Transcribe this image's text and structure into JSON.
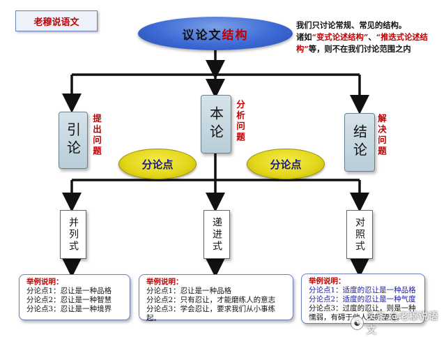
{
  "tag": "老穆说语文",
  "title": {
    "black": "议论文",
    "red": "结构"
  },
  "note": {
    "line1": "我们只讨论常规、常见的结构。",
    "pre": "诸如",
    "q1": "“变式论述结构”",
    "sep": "、",
    "q2": "“推迭式论述结构”",
    "post": "等，则不在我们讨论范围之内"
  },
  "sections": [
    {
      "label": "引论",
      "side": "提出问题"
    },
    {
      "label": "本论",
      "side": "分析问题"
    },
    {
      "label": "结论",
      "side": "解决问题"
    }
  ],
  "points": [
    "分论点",
    "分论点"
  ],
  "types": [
    "并列式",
    "递进式",
    "对照式"
  ],
  "examples": [
    {
      "head": "举例说明：",
      "lines": [
        "分论点1：忍让是一种品格",
        "分论点2：忍让是一种智慧",
        "分论点3：忍让是一种境界"
      ]
    },
    {
      "head": "举例说明：",
      "lines": [
        "分论点1：忍让是一种品格",
        "分论点2：只有忍让，才能磨练人的意志",
        "分论点3：学会忍让，要求我们从小事练起。"
      ]
    },
    {
      "head": "举例说明：",
      "lines": [
        "分论点1：适度的忍让是一种品格",
        "分论点2：适度的忍让是一种气度",
        "分论点3：过度的忍让，则是一种",
        "懦弱，有碍于他人格的塑造。"
      ]
    },
    {
      "watermark": "头条 @老穆说语文"
    }
  ],
  "colors": {
    "accent_red": "#c00000",
    "title_blue": "#3d6ad6",
    "point_yellow": "#e2d61a",
    "section_fill": "#c7d8e1"
  }
}
